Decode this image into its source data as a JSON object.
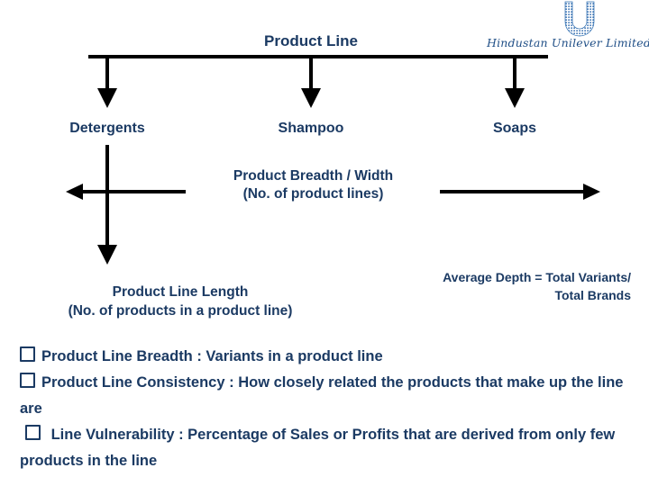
{
  "brand": {
    "logo_icon": "unilever-u-logo-icon",
    "wordmark": "Hindustan Unilever Limited",
    "logo_color": "#1f4e86"
  },
  "theme": {
    "text_color": "#1b3a63",
    "line_color": "#000000",
    "background": "#ffffff"
  },
  "diagram": {
    "heading": "Product Line",
    "nodes": [
      {
        "label": "Detergents"
      },
      {
        "label": "Shampoo"
      },
      {
        "label": "Soaps"
      }
    ],
    "breadth_caption": {
      "line1": "Product Breadth / Width",
      "line2": "(No. of product lines)"
    },
    "length_caption": {
      "line1": "Product Line Length",
      "line2": "(No. of products in a product line)"
    },
    "depth_caption": {
      "line1": "Average Depth = Total Variants/",
      "line2": "Total Brands"
    },
    "arrows": {
      "left_arrow": "left-arrow-icon",
      "right_arrow": "right-arrow-icon",
      "down_arrow": "down-arrow-icon"
    }
  },
  "bullets": [
    {
      "glyph": "hollow-square-bullet-icon",
      "text": "Product Line Breadth : Variants in a product line"
    },
    {
      "glyph": "hollow-square-bullet-icon",
      "text": "Product Line Consistency :  How closely related  the products that make up the line are"
    },
    {
      "glyph": "hollow-square-bullet-icon",
      "text": " Line Vulnerability : Percentage of Sales or Profits that are derived from only few products in the line"
    }
  ]
}
